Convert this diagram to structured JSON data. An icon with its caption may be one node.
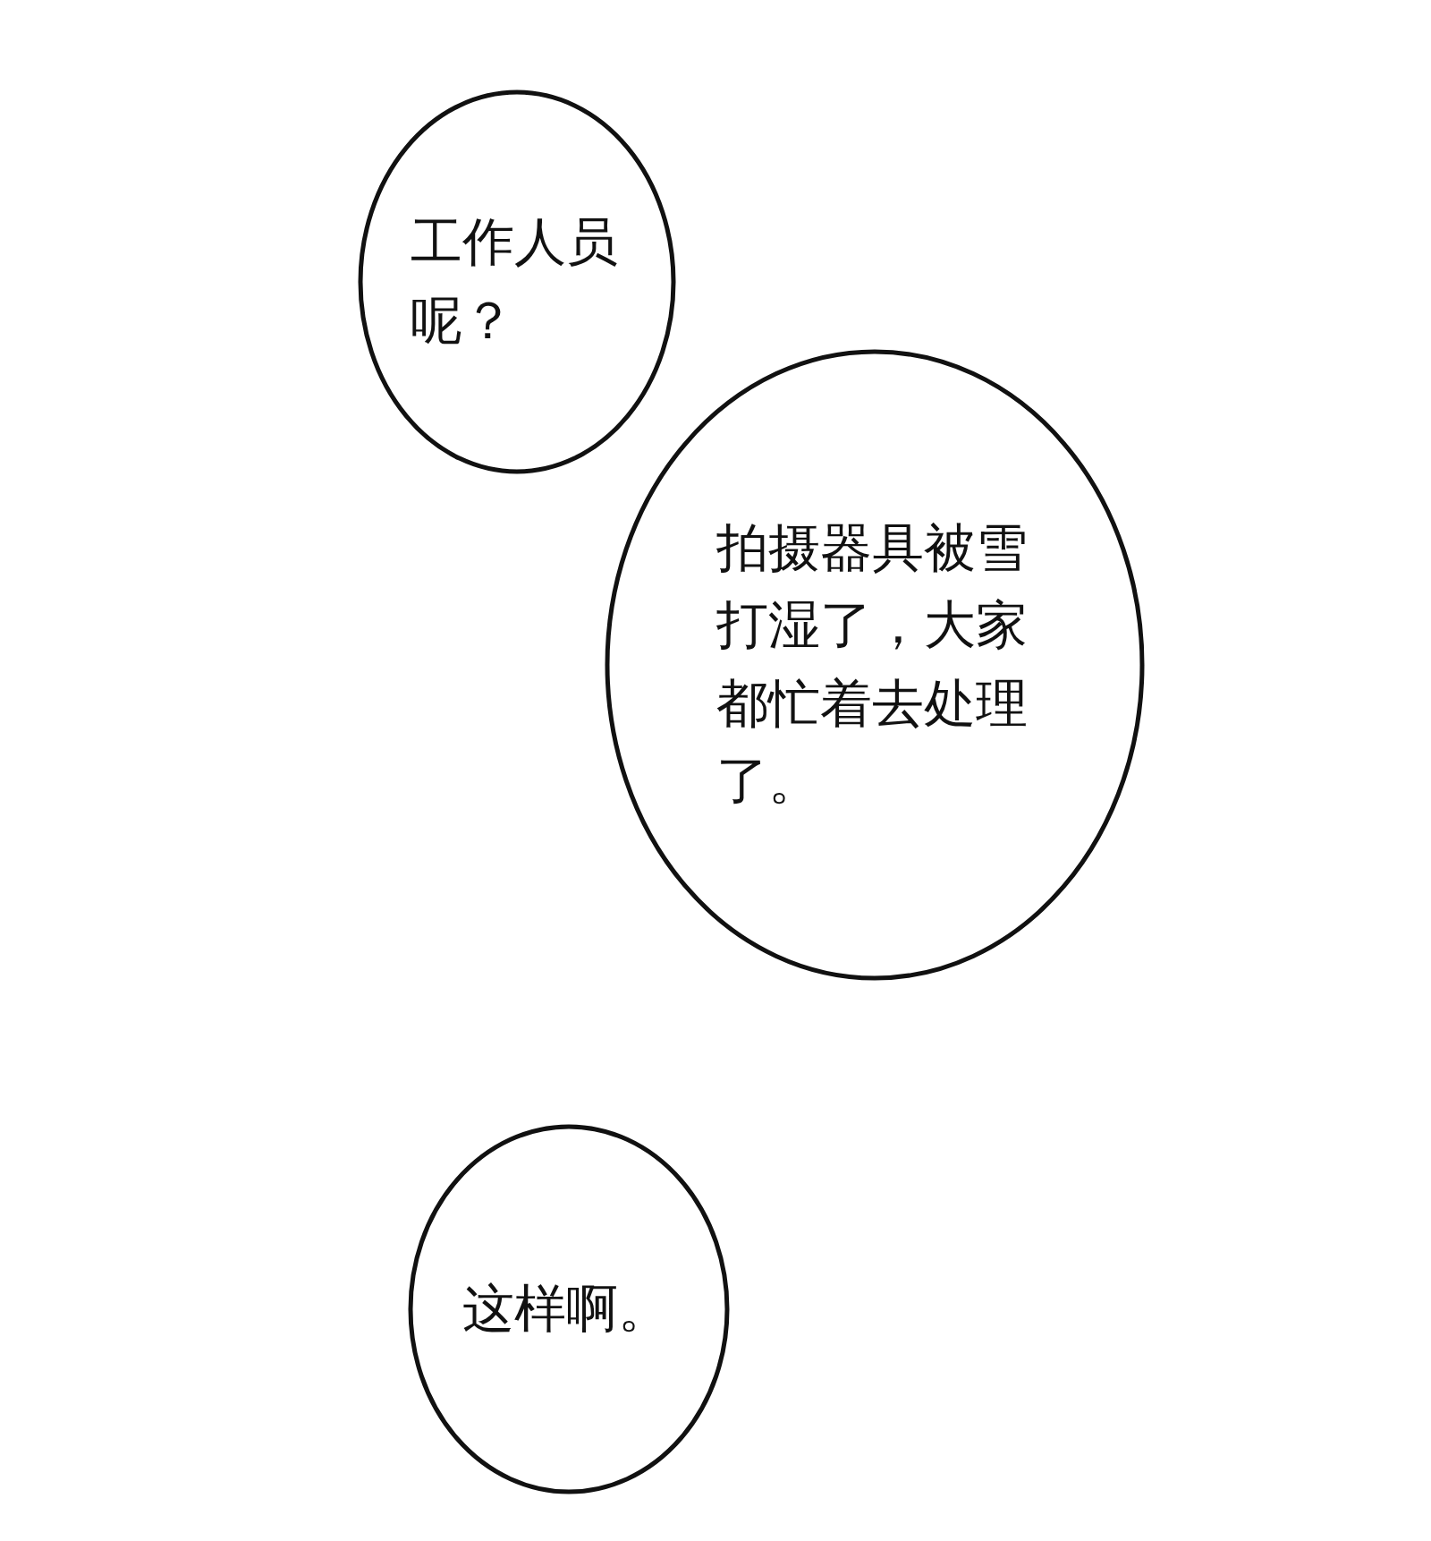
{
  "diagram": {
    "nodes": [
      {
        "text": [
          "工作人员呢？"
        ]
      },
      {
        "text": [
          "拍摄器具被雪打湿了，大家都忙着去处理了。"
        ]
      },
      {
        "text": [
          "这样啊。"
        ]
      }
    ]
  }
}
